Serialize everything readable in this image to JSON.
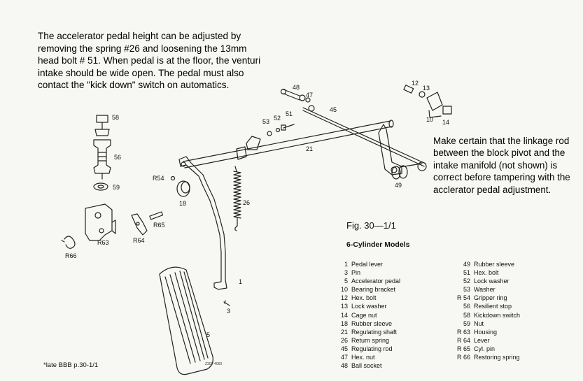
{
  "notes": {
    "left": "The accelerator pedal height can be adjusted by removing the spring #26 and loosening the 13mm head bolt # 51.  When pedal is at the floor, the venturi intake should be wide open. The pedal must also contact the \"kick down\" switch on automatics.",
    "right": "Make certain that the linkage rod between the block pivot and the intake manifold (not shown) is correct before tampering with the acclerator pedal adjustment."
  },
  "figure": {
    "title": "Fig. 30—1/1",
    "subtitle": "6-Cylinder Models",
    "stamp": "Z302-4063"
  },
  "source": "*late BBB p.30-1/1",
  "callouts": {
    "c48": "48",
    "c47": "47",
    "c45": "45",
    "c12": "12",
    "c13": "13",
    "c10": "10",
    "c14": "14",
    "c53": "53",
    "c52": "52",
    "c51": "51",
    "c21": "21",
    "c58": "58",
    "c56": "56",
    "c59": "59",
    "r54": "R54",
    "c18": "18",
    "c26": "26",
    "c49": "49",
    "r63": "R63",
    "r64": "R64",
    "r65": "R65",
    "r66": "R66",
    "c1": "1",
    "c3": "3",
    "c5": "5"
  },
  "parts_left": [
    {
      "num": "1",
      "name": "Pedal lever"
    },
    {
      "num": "3",
      "name": "Pin"
    },
    {
      "num": "5",
      "name": "Accelerator pedal"
    },
    {
      "num": "10",
      "name": "Bearing bracket"
    },
    {
      "num": "12",
      "name": "Hex. bolt"
    },
    {
      "num": "13",
      "name": "Lock washer"
    },
    {
      "num": "14",
      "name": "Cage nut"
    },
    {
      "num": "18",
      "name": "Rubber sleeve"
    },
    {
      "num": "21",
      "name": "Regulating shaft"
    },
    {
      "num": "26",
      "name": "Return spring"
    },
    {
      "num": "45",
      "name": "Regulating rod"
    },
    {
      "num": "47",
      "name": "Hex. nut"
    },
    {
      "num": "48",
      "name": "Ball socket"
    }
  ],
  "parts_right": [
    {
      "num": "49",
      "name": "Rubber sleeve"
    },
    {
      "num": "51",
      "name": "Hex. bolt"
    },
    {
      "num": "52",
      "name": "Lock washer"
    },
    {
      "num": "53",
      "name": "Washer"
    },
    {
      "num": "R 54",
      "name": "Gripper ring"
    },
    {
      "num": "56",
      "name": "Resilient stop"
    },
    {
      "num": "58",
      "name": "Kickdown switch"
    },
    {
      "num": "59",
      "name": "Nut"
    },
    {
      "num": "R 63",
      "name": "Housing"
    },
    {
      "num": "R 64",
      "name": "Lever"
    },
    {
      "num": "R 65",
      "name": "Cyl. pin"
    },
    {
      "num": "R 66",
      "name": "Restoring spring"
    }
  ]
}
